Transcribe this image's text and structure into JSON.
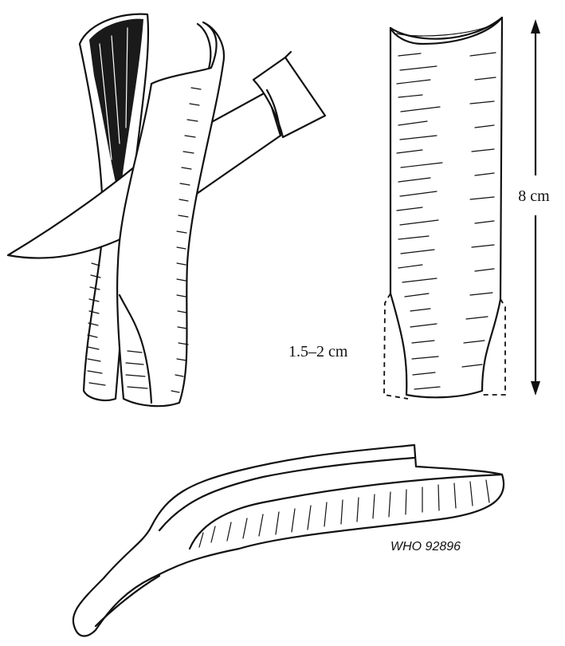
{
  "figure": {
    "labels": {
      "height": "8 cm",
      "stem_length": "1.5–2 cm",
      "credit": "WHO 92896"
    },
    "parts": [
      {
        "name": "split-pipe-with-knife",
        "icon": "knife-cutting-tube"
      },
      {
        "name": "cut-splint-section",
        "icon": "half-tube-splint"
      },
      {
        "name": "curved-splint-side-view",
        "icon": "curved-splint"
      }
    ]
  }
}
